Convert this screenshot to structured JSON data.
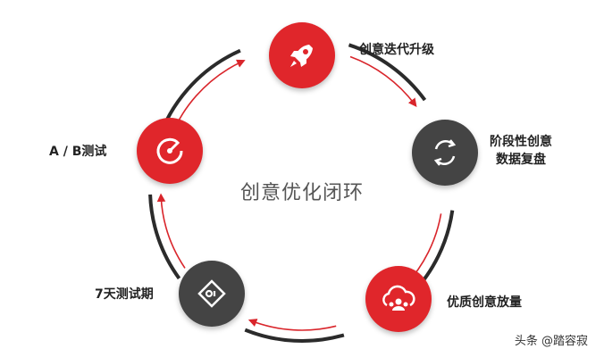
{
  "center_title": "创意优化闭环",
  "colors": {
    "red": "#e0262b",
    "dark": "#444444",
    "track": "#2b2b2b",
    "arrow": "#d9252b"
  },
  "nodes": [
    {
      "id": "iterate",
      "icon": "rocket-icon",
      "color": "red",
      "label_lines": [
        "创意迭代升级"
      ]
    },
    {
      "id": "review",
      "icon": "refresh-cycle-icon",
      "color": "dark",
      "label_lines": [
        "阶段性创意",
        "数据复盘"
      ]
    },
    {
      "id": "scale",
      "icon": "cloud-users-icon",
      "color": "red",
      "label_lines": [
        "优质创意放量"
      ]
    },
    {
      "id": "test7",
      "icon": "scan-target-icon",
      "color": "dark",
      "label_lines": [
        "7天测试期"
      ]
    },
    {
      "id": "abtest",
      "icon": "gauge-icon",
      "color": "red",
      "label_lines": [
        "A / B测试"
      ]
    }
  ],
  "watermark": "头条 @踏容寂"
}
